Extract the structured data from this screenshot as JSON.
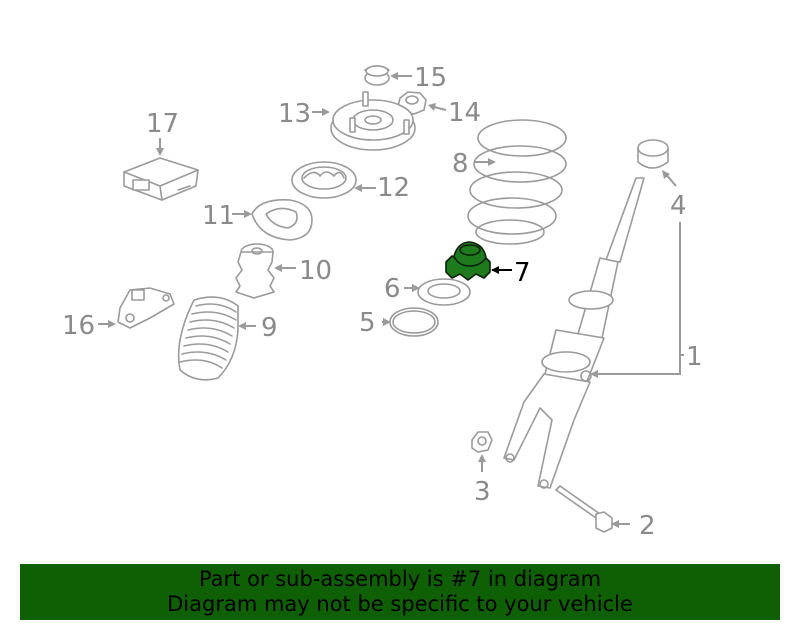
{
  "diagram": {
    "highlighted_part": "7",
    "callouts": [
      "1",
      "2",
      "3",
      "4",
      "5",
      "6",
      "7",
      "8",
      "9",
      "10",
      "11",
      "12",
      "13",
      "14",
      "15",
      "16",
      "17"
    ]
  },
  "banner": {
    "line1": "Part or sub-assembly is #7 in diagram",
    "line2": "Diagram may not be specific to your vehicle"
  },
  "colors": {
    "banner_bg": "#0f6004",
    "highlight": "#1d7a1d",
    "part_stroke": "#9a9a9a"
  }
}
